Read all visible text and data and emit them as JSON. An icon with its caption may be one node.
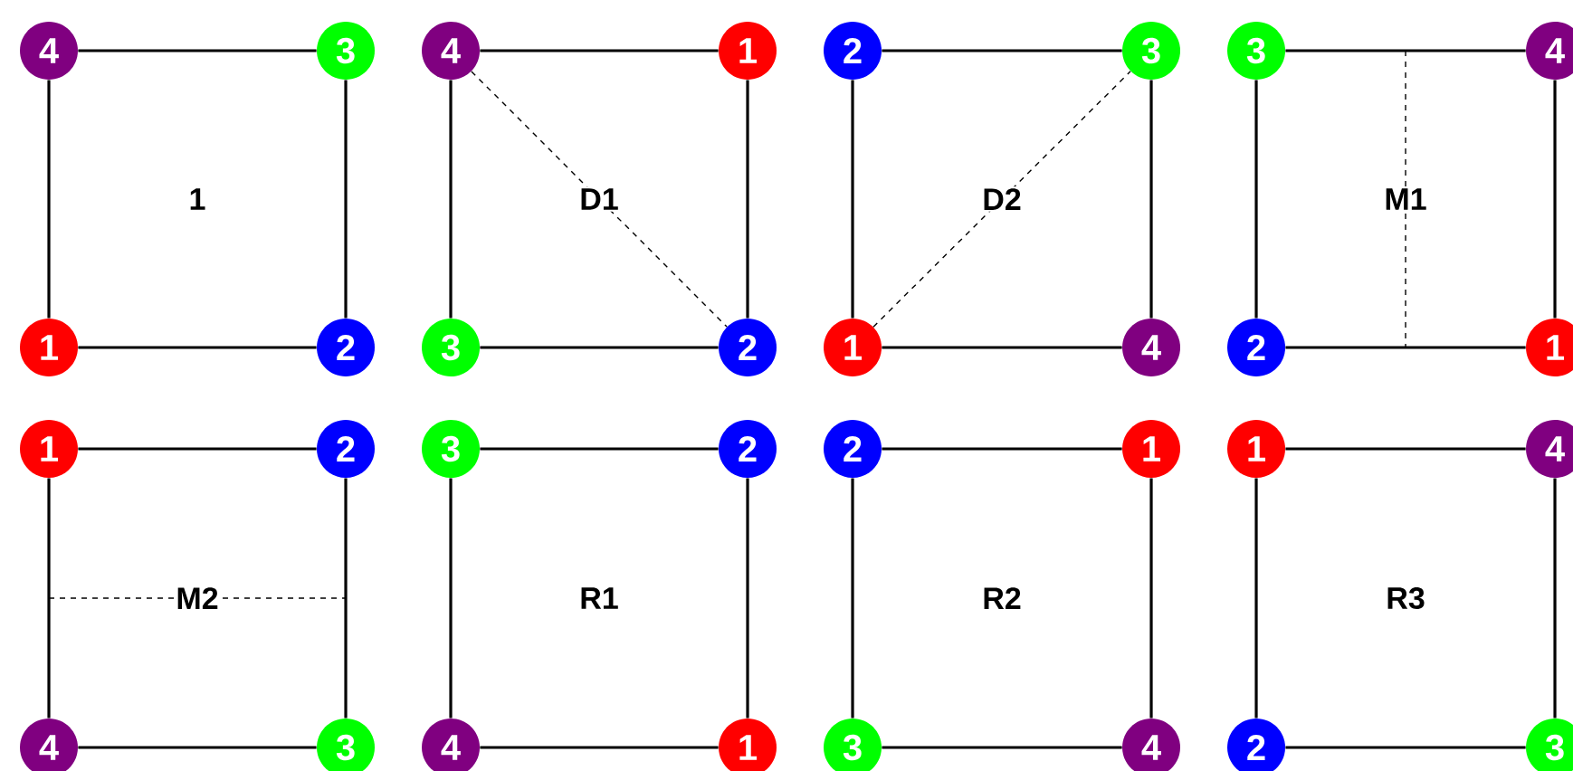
{
  "diagram": {
    "nodes": [
      {
        "text": [
          "4"
        ]
      },
      {
        "text": [
          "3"
        ]
      },
      {
        "text": [
          "1"
        ]
      },
      {
        "text": [
          "2"
        ]
      },
      {
        "text": [
          "4"
        ]
      },
      {
        "text": [
          "1"
        ]
      },
      {
        "text": [
          "3"
        ]
      },
      {
        "text": [
          "2"
        ]
      },
      {
        "text": [
          "2"
        ]
      },
      {
        "text": [
          "3"
        ]
      },
      {
        "text": [
          "1"
        ]
      },
      {
        "text": [
          "4"
        ]
      },
      {
        "text": [
          "3"
        ]
      },
      {
        "text": [
          "4"
        ]
      },
      {
        "text": [
          "2"
        ]
      },
      {
        "text": [
          "1"
        ]
      },
      {
        "text": [
          "1"
        ]
      },
      {
        "text": [
          "2"
        ]
      },
      {
        "text": [
          "4"
        ]
      },
      {
        "text": [
          "3"
        ]
      },
      {
        "text": [
          "3"
        ]
      },
      {
        "text": [
          "2"
        ]
      },
      {
        "text": [
          "4"
        ]
      },
      {
        "text": [
          "1"
        ]
      },
      {
        "text": [
          "2"
        ]
      },
      {
        "text": [
          "1"
        ]
      },
      {
        "text": [
          "3"
        ]
      },
      {
        "text": [
          "4"
        ]
      },
      {
        "text": [
          "1"
        ]
      },
      {
        "text": [
          "4"
        ]
      },
      {
        "text": [
          "2"
        ]
      },
      {
        "text": [
          "3"
        ]
      }
    ],
    "edges": [
      {
        "from": 0,
        "to": 1,
        "arrow": "none"
      },
      {
        "from": 1,
        "to": 3,
        "arrow": "none"
      },
      {
        "from": 3,
        "to": 2,
        "arrow": "none"
      },
      {
        "from": 2,
        "to": 0,
        "arrow": "none"
      },
      {
        "from": 4,
        "to": 5,
        "arrow": "none"
      },
      {
        "from": 5,
        "to": 7,
        "arrow": "none"
      },
      {
        "from": 7,
        "to": 6,
        "arrow": "none"
      },
      {
        "from": 6,
        "to": 4,
        "arrow": "none"
      },
      {
        "from": 4,
        "to": 7,
        "arrow": "none",
        "style": "dashed"
      },
      {
        "from": 8,
        "to": 9,
        "arrow": "none"
      },
      {
        "from": 9,
        "to": 11,
        "arrow": "none"
      },
      {
        "from": 11,
        "to": 10,
        "arrow": "none"
      },
      {
        "from": 10,
        "to": 8,
        "arrow": "none"
      },
      {
        "from": 10,
        "to": 9,
        "arrow": "none",
        "style": "dashed"
      },
      {
        "from": 12,
        "to": 13,
        "arrow": "none"
      },
      {
        "from": 13,
        "to": 15,
        "arrow": "none"
      },
      {
        "from": 15,
        "to": 14,
        "arrow": "none"
      },
      {
        "from": 14,
        "to": 12,
        "arrow": "none"
      },
      {
        "from": 16,
        "to": 17,
        "arrow": "none"
      },
      {
        "from": 17,
        "to": 19,
        "arrow": "none"
      },
      {
        "from": 19,
        "to": 18,
        "arrow": "none"
      },
      {
        "from": 18,
        "to": 16,
        "arrow": "none"
      },
      {
        "from": 20,
        "to": 21,
        "arrow": "none"
      },
      {
        "from": 21,
        "to": 23,
        "arrow": "none"
      },
      {
        "from": 23,
        "to": 22,
        "arrow": "none"
      },
      {
        "from": 22,
        "to": 20,
        "arrow": "none"
      },
      {
        "from": 24,
        "to": 25,
        "arrow": "none"
      },
      {
        "from": 25,
        "to": 27,
        "arrow": "none"
      },
      {
        "from": 27,
        "to": 26,
        "arrow": "none"
      },
      {
        "from": 26,
        "to": 24,
        "arrow": "none"
      },
      {
        "from": 28,
        "to": 29,
        "arrow": "none"
      },
      {
        "from": 29,
        "to": 31,
        "arrow": "none"
      },
      {
        "from": 31,
        "to": 30,
        "arrow": "none"
      },
      {
        "from": 30,
        "to": 28,
        "arrow": "none"
      }
    ],
    "labels": [
      "1",
      "D1",
      "D2",
      "M1",
      "M2",
      "R1",
      "R2",
      "R3"
    ]
  }
}
